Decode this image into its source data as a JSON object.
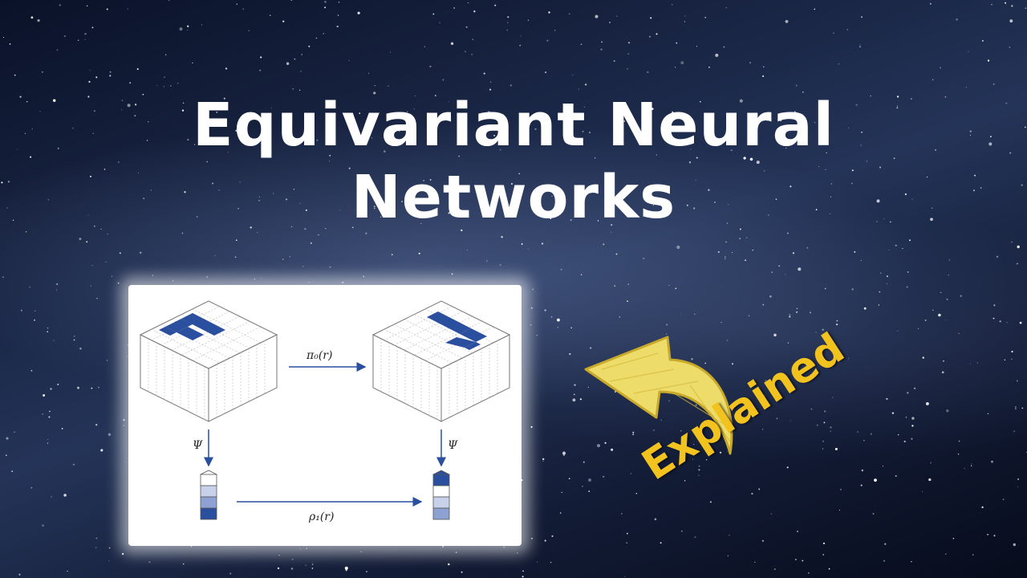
{
  "title": {
    "line1": "Equivariant Neural",
    "line2": "Networks"
  },
  "figure": {
    "top_arrow_label": "π₀(r)",
    "bottom_arrow_label": "ρ₁(r)",
    "left_psi_label": "Ψ",
    "right_psi_label": "Ψ",
    "input_letter": "F"
  },
  "badge": {
    "text": "Explained"
  },
  "colors": {
    "accent_blue": "#2a4f9e",
    "badge_yellow": "#f2c21e",
    "title_white": "#ffffff"
  },
  "icons": {
    "curved_arrow": "curved-back-arrow-icon"
  }
}
